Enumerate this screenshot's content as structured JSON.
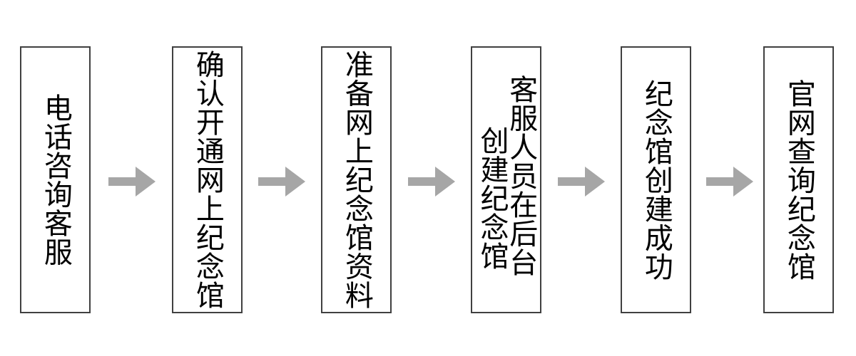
{
  "diagram": {
    "type": "horizontal-flowchart",
    "title": "",
    "orientation": "left-to-right",
    "background_color": "#ffffff",
    "node_border_color": "#404040",
    "node_fill_color": "#ffffff",
    "text_color": "#000000",
    "arrow_color": "#a6a6a6",
    "text_direction": "vertical-rl",
    "nodes": [
      {
        "id": "step-1",
        "order": 1,
        "columns": [
          "电话咨询客服"
        ],
        "text": "电话咨询客服",
        "char_count": 6
      },
      {
        "id": "step-2",
        "order": 2,
        "columns": [
          "确认开通网上纪念馆"
        ],
        "text": "确认开通网上纪念馆",
        "char_count": 9
      },
      {
        "id": "step-3",
        "order": 3,
        "columns": [
          "准备网上纪念馆资料"
        ],
        "text": "准备网上纪念馆资料",
        "char_count": 9
      },
      {
        "id": "step-4",
        "order": 4,
        "columns": [
          "客服人员在后台",
          "创建纪念馆"
        ],
        "text": "客服人员在后台创建纪念馆",
        "char_count": 12
      },
      {
        "id": "step-5",
        "order": 5,
        "columns": [
          "纪念馆创建成功"
        ],
        "text": "纪念馆创建成功",
        "char_count": 7
      },
      {
        "id": "step-6",
        "order": 6,
        "columns": [
          "官网查询纪念馆"
        ],
        "text": "官网查询纪念馆",
        "char_count": 7
      }
    ],
    "connectors": [
      {
        "id": "arrow-1",
        "from": "step-1",
        "to": "step-2",
        "shape": "block-arrow-right"
      },
      {
        "id": "arrow-2",
        "from": "step-2",
        "to": "step-3",
        "shape": "block-arrow-right"
      },
      {
        "id": "arrow-3",
        "from": "step-3",
        "to": "step-4",
        "shape": "block-arrow-right"
      },
      {
        "id": "arrow-4",
        "from": "step-4",
        "to": "step-5",
        "shape": "block-arrow-right"
      },
      {
        "id": "arrow-5",
        "from": "step-5",
        "to": "step-6",
        "shape": "block-arrow-right"
      }
    ]
  }
}
